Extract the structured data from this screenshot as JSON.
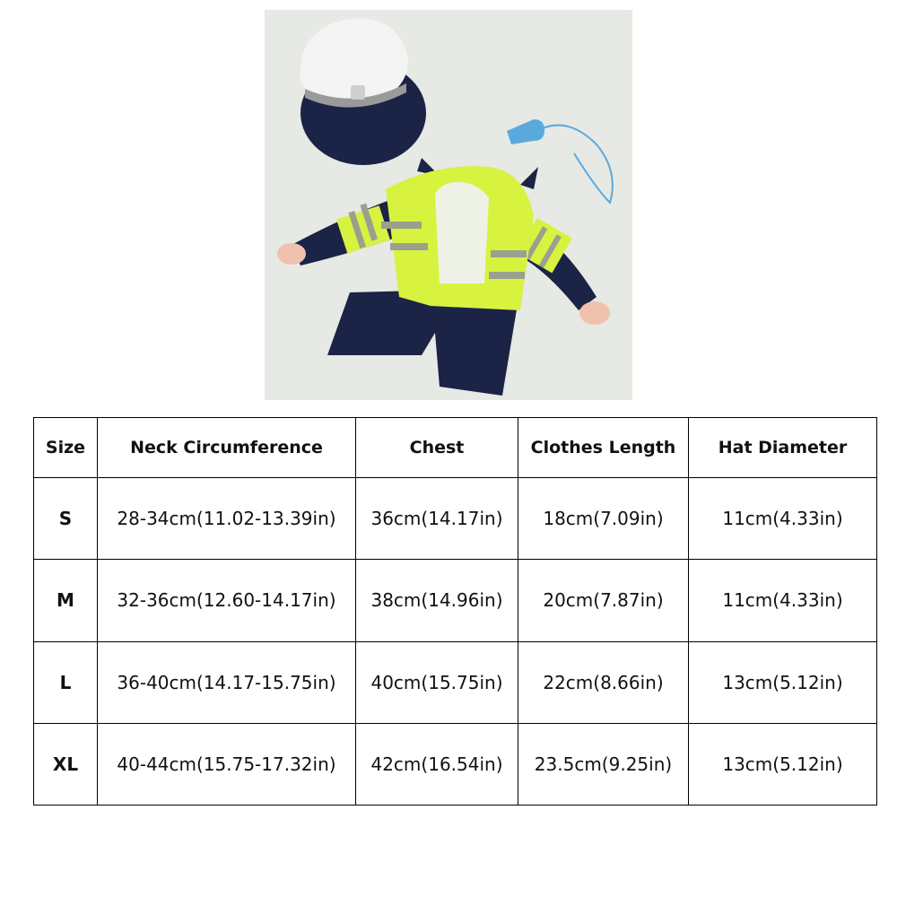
{
  "product_image": {
    "items": [
      "captain-hat-icon",
      "whistle-icon",
      "reflective-uniform-icon"
    ],
    "colors": {
      "background": "#e6e9e4",
      "navy": "#1b2446",
      "neon_yellow": "#d8f240",
      "reflective_stripe": "#9aa08e",
      "hat_white": "#f4f4f4",
      "whistle_blue": "#5aa9dd"
    }
  },
  "size_table": {
    "headers": [
      "Size",
      "Neck Circumference",
      "Chest",
      "Clothes Length",
      "Hat Diameter"
    ],
    "rows": [
      {
        "size": "S",
        "neck": "28-34cm(11.02-13.39in)",
        "chest": "36cm(14.17in)",
        "length": "18cm(7.09in)",
        "hat": "11cm(4.33in)"
      },
      {
        "size": "M",
        "neck": "32-36cm(12.60-14.17in)",
        "chest": "38cm(14.96in)",
        "length": "20cm(7.87in)",
        "hat": "11cm(4.33in)"
      },
      {
        "size": "L",
        "neck": "36-40cm(14.17-15.75in)",
        "chest": "40cm(15.75in)",
        "length": "22cm(8.66in)",
        "hat": "13cm(5.12in)"
      },
      {
        "size": "XL",
        "neck": "40-44cm(15.75-17.32in)",
        "chest": "42cm(16.54in)",
        "length": "23.5cm(9.25in)",
        "hat": "13cm(5.12in)"
      }
    ]
  }
}
